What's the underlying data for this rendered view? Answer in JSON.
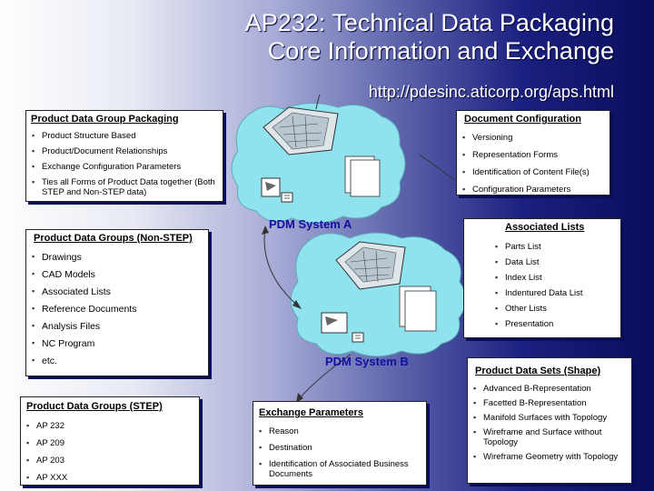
{
  "slide": {
    "title_line1": "AP232: Technical Data Packaging",
    "title_line2": "Core Information and Exchange",
    "url": "http://pdesinc.aticorp.org/aps.html"
  },
  "packaging": {
    "title": "Product Data Group Packaging",
    "items": [
      "Product Structure Based",
      "Product/Document Relationships",
      "Exchange Configuration Parameters",
      "Ties all Forms of Product Data together (Both STEP and Non-STEP data)"
    ]
  },
  "doc_config": {
    "title": "Document Configuration",
    "items": [
      "Versioning",
      "Representation Forms",
      "Identification of Content File(s)",
      "Configuration Parameters"
    ]
  },
  "non_step": {
    "title": "Product Data Groups (Non-STEP)",
    "items": [
      "Drawings",
      "CAD Models",
      "Associated Lists",
      "Reference Documents",
      "Analysis Files",
      "NC Program",
      "etc."
    ]
  },
  "assoc_lists": {
    "title": "Associated Lists",
    "items": [
      "Parts List",
      "Data List",
      "Index List",
      "Indentured Data List",
      "Other Lists",
      "Presentation"
    ]
  },
  "pdm_a": {
    "label": "PDM System A"
  },
  "pdm_b": {
    "label": "PDM System B"
  },
  "shape": {
    "title": "Product Data Sets (Shape)",
    "items": [
      "Advanced B-Representation",
      "Facetted B-Representation",
      "Manifold Surfaces with Topology",
      "Wireframe and Surface without Topology",
      "Wireframe Geometry with Topology"
    ]
  },
  "step": {
    "title": "Product Data Groups (STEP)",
    "items": [
      "AP 232",
      "AP 209",
      "AP 203",
      "AP XXX"
    ]
  },
  "exchange": {
    "title": "Exchange Parameters",
    "items": [
      "Reason",
      "Destination",
      "Identification of Associated Business Documents"
    ]
  },
  "colors": {
    "cloud": "#8fe2ee",
    "accent": "#1010a0"
  }
}
